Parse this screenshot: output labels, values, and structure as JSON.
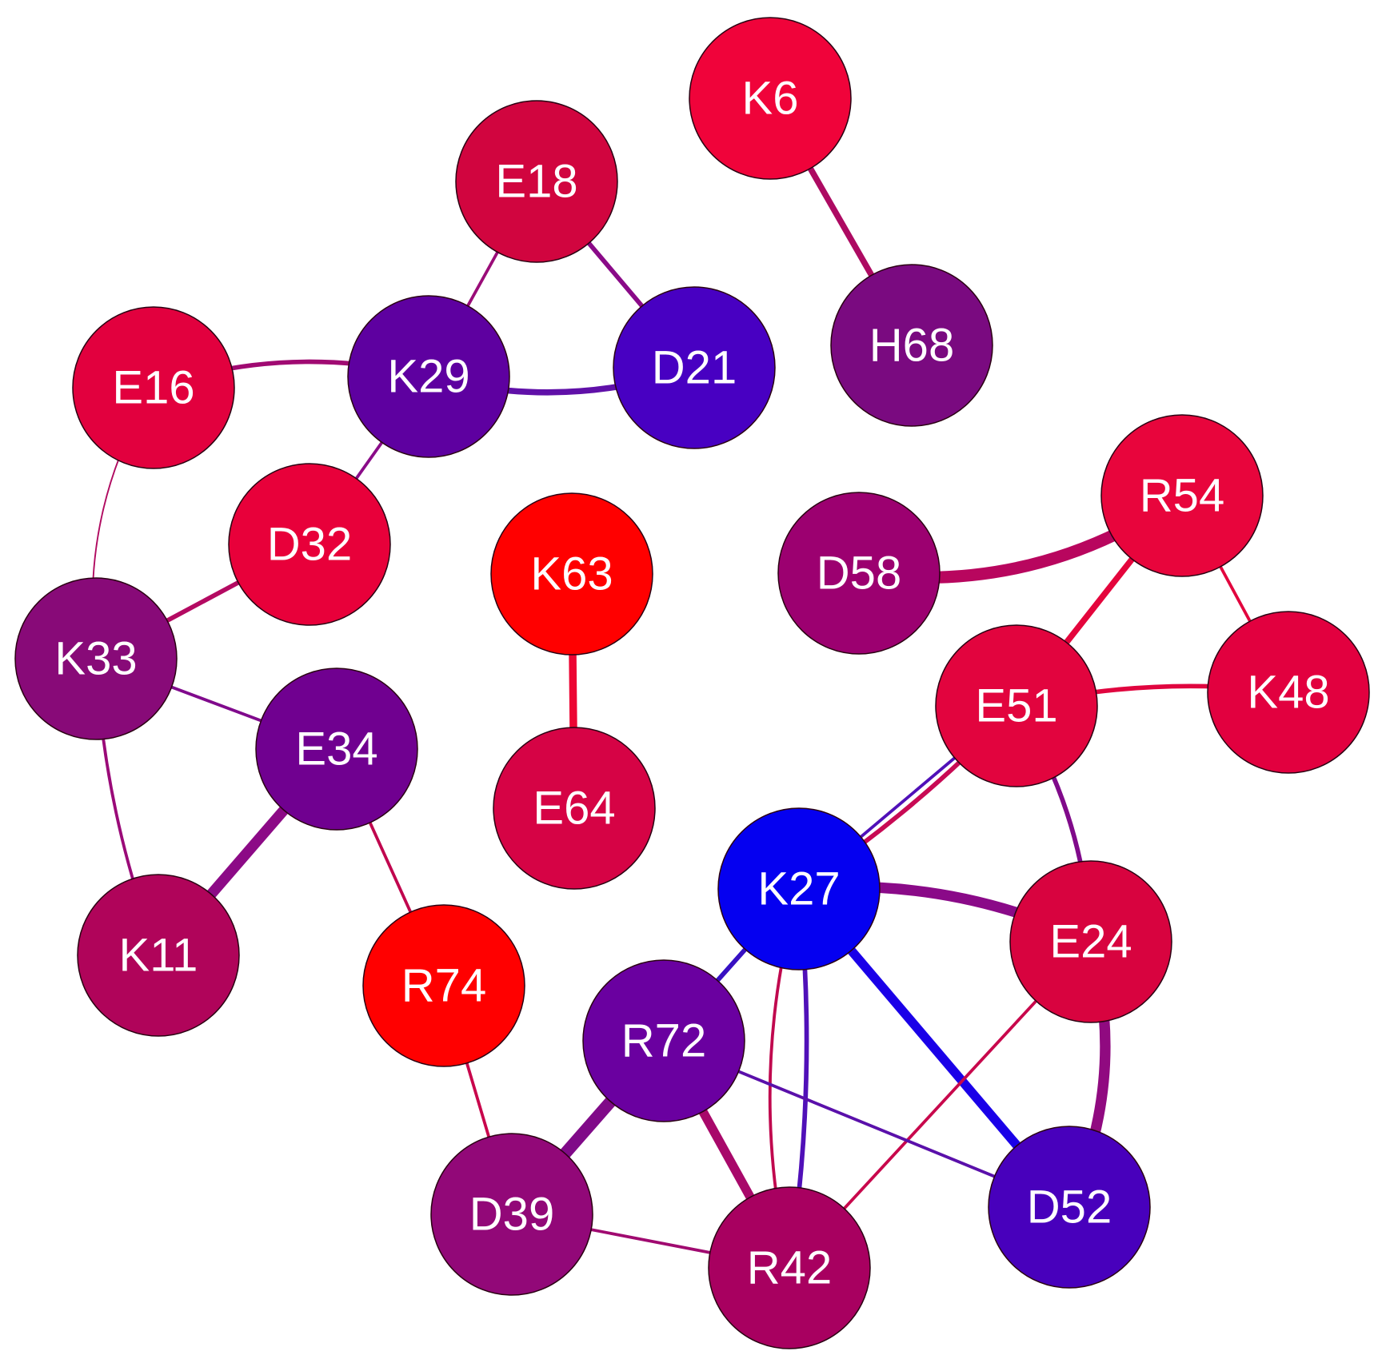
{
  "nodes": [
    {
      "id": "K6",
      "label": "K6",
      "color": "#f0033a"
    },
    {
      "id": "H68",
      "label": "H68",
      "color": "#7a0a80"
    },
    {
      "id": "E18",
      "label": "E18",
      "color": "#d1053f"
    },
    {
      "id": "K29",
      "label": "K29",
      "color": "#5e00a0"
    },
    {
      "id": "D21",
      "label": "D21",
      "color": "#4800c2"
    },
    {
      "id": "E16",
      "label": "E16",
      "color": "#e2003e"
    },
    {
      "id": "D32",
      "label": "D32",
      "color": "#e8003a"
    },
    {
      "id": "K33",
      "label": "K33",
      "color": "#880a78"
    },
    {
      "id": "E34",
      "label": "E34",
      "color": "#700090"
    },
    {
      "id": "K11",
      "label": "K11",
      "color": "#b0045a"
    },
    {
      "id": "K63",
      "label": "K63",
      "color": "#ff0000"
    },
    {
      "id": "E64",
      "label": "E64",
      "color": "#d60345"
    },
    {
      "id": "R74",
      "label": "R74",
      "color": "#ff0000"
    },
    {
      "id": "D58",
      "label": "D58",
      "color": "#9c0070"
    },
    {
      "id": "R54",
      "label": "R54",
      "color": "#e8053c"
    },
    {
      "id": "K48",
      "label": "K48",
      "color": "#e2003f"
    },
    {
      "id": "E51",
      "label": "E51",
      "color": "#e2043e"
    },
    {
      "id": "K27",
      "label": "K27",
      "color": "#0500f0"
    },
    {
      "id": "E24",
      "label": "E24",
      "color": "#d8033f"
    },
    {
      "id": "R72",
      "label": "R72",
      "color": "#6a00a0"
    },
    {
      "id": "D39",
      "label": "D39",
      "color": "#920878"
    },
    {
      "id": "R42",
      "label": "R42",
      "color": "#a80060"
    },
    {
      "id": "D52",
      "label": "D52",
      "color": "#4800bc"
    }
  ],
  "edges": [
    {
      "source": "K6",
      "target": "H68",
      "weight": 4,
      "color": "#ad0a62"
    },
    {
      "source": "E18",
      "target": "K29",
      "weight": 2,
      "color": "#9a0c78"
    },
    {
      "source": "E18",
      "target": "D21",
      "weight": 3,
      "color": "#8a0a88"
    },
    {
      "source": "K29",
      "target": "D21",
      "weight": 4,
      "color": "#6010a8"
    },
    {
      "source": "E16",
      "target": "K29",
      "weight": 3,
      "color": "#a00a72"
    },
    {
      "source": "E16",
      "target": "K33",
      "weight": 1,
      "color": "#b00a60"
    },
    {
      "source": "K29",
      "target": "D32",
      "weight": 2,
      "color": "#8a0c88"
    },
    {
      "source": "D32",
      "target": "K33",
      "weight": 3,
      "color": "#b40a62"
    },
    {
      "source": "K33",
      "target": "E34",
      "weight": 2,
      "color": "#800a8c"
    },
    {
      "source": "K33",
      "target": "K11",
      "weight": 2,
      "color": "#9a0a78"
    },
    {
      "source": "E34",
      "target": "K11",
      "weight": 7,
      "color": "#8c0a86"
    },
    {
      "source": "E34",
      "target": "R74",
      "weight": 2,
      "color": "#c0064e"
    },
    {
      "source": "K63",
      "target": "E64",
      "weight": 5,
      "color": "#ec0533"
    },
    {
      "source": "D58",
      "target": "R54",
      "weight": 8,
      "color": "#b8065e"
    },
    {
      "source": "R54",
      "target": "K48",
      "weight": 2,
      "color": "#e2053e"
    },
    {
      "source": "R54",
      "target": "E51",
      "weight": 4,
      "color": "#e4053c"
    },
    {
      "source": "E51",
      "target": "K48",
      "weight": 3,
      "color": "#e0053f"
    },
    {
      "source": "E51",
      "target": "K27",
      "weight": 2,
      "color": "#5010b8"
    },
    {
      "source": "E51",
      "target": "K27",
      "weight": 3,
      "color": "#c80a54"
    },
    {
      "source": "E51",
      "target": "E24",
      "weight": 3,
      "color": "#800a8a"
    },
    {
      "source": "K27",
      "target": "E24",
      "weight": 7,
      "color": "#8a0a88"
    },
    {
      "source": "K27",
      "target": "D52",
      "weight": 6,
      "color": "#1a00e8"
    },
    {
      "source": "K27",
      "target": "R72",
      "weight": 3,
      "color": "#3010c8"
    },
    {
      "source": "K27",
      "target": "D39",
      "weight": 2,
      "color": "#3a10c0"
    },
    {
      "source": "K27",
      "target": "R42",
      "weight": 2,
      "color": "#c0084e"
    },
    {
      "source": "K27",
      "target": "R42",
      "weight": 3,
      "color": "#5010b8"
    },
    {
      "source": "E24",
      "target": "D52",
      "weight": 7,
      "color": "#900a80"
    },
    {
      "source": "E24",
      "target": "R42",
      "weight": 2,
      "color": "#c8084c"
    },
    {
      "source": "R72",
      "target": "D52",
      "weight": 2,
      "color": "#5a10aa"
    },
    {
      "source": "R72",
      "target": "D39",
      "weight": 8,
      "color": "#800a88"
    },
    {
      "source": "R72",
      "target": "R42",
      "weight": 6,
      "color": "#a8086a"
    },
    {
      "source": "D39",
      "target": "R42",
      "weight": 2,
      "color": "#a00a70"
    },
    {
      "source": "R74",
      "target": "D39",
      "weight": 2,
      "color": "#c8064c"
    }
  ]
}
